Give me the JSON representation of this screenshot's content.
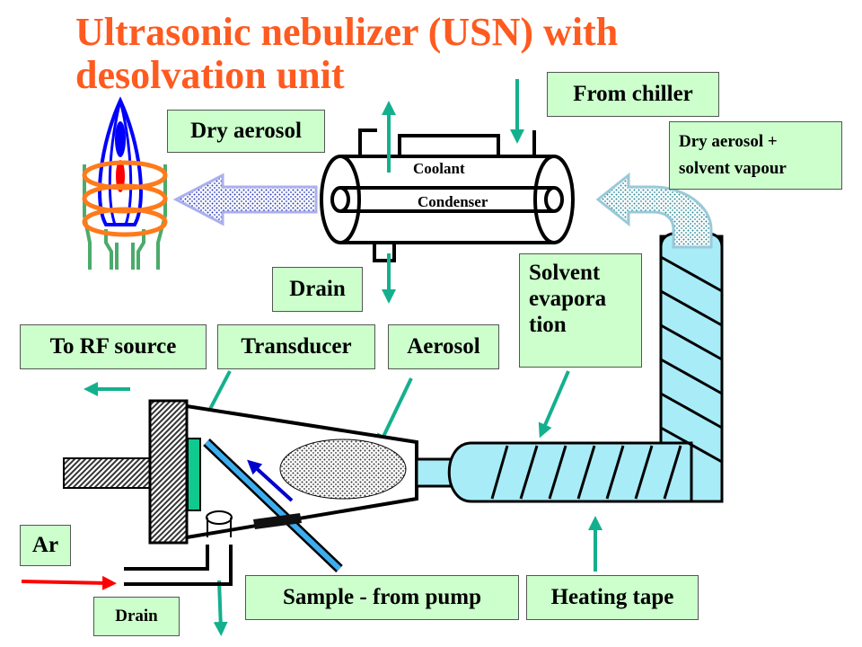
{
  "title": {
    "line1": "Ultrasonic nebulizer (USN) with",
    "line2": "desolvation unit"
  },
  "labels": {
    "from_chiller": "From chiller",
    "dry_aerosol": "Dry aerosol",
    "dry_aerosol_solvent_line1": "Dry aerosol +",
    "dry_aerosol_solvent_line2": "solvent vapour",
    "coolant": "Coolant",
    "condenser": "Condenser",
    "drain_top": "Drain",
    "solvent_line1": "Solvent",
    "solvent_line2": "evapora",
    "solvent_line3": "tion",
    "to_rf_source": "To RF source",
    "transducer": "Transducer",
    "aerosol": "Aerosol",
    "ar": "Ar",
    "sample_from_pump": "Sample - from pump",
    "heating_tape": "Heating tape",
    "drain_bottom": "Drain"
  },
  "colors": {
    "title": "#ff5a1f",
    "label_fill": "#ccffcc",
    "teal_arrow": "#14b08e",
    "red_arrow": "#ff0000",
    "blue_arrow": "#0000cc",
    "light_blue": "#a8ecf8",
    "flame_blue": "#0000ff",
    "flame_red": "#ff0000",
    "coil_orange": "#ff7a1a",
    "torch_green": "#4bab6b",
    "aerosol_arrow": "#aab0ee"
  }
}
